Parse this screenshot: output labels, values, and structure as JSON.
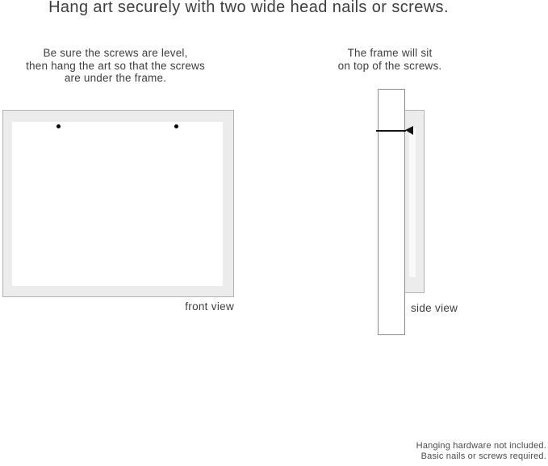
{
  "title": "Hang art securely with two wide head nails or screws.",
  "front_view": {
    "instruction_lines": [
      "Be sure the screws are level,",
      "then hang the art so that the screws",
      "are under the frame."
    ],
    "label": "front view",
    "screw_count": 2
  },
  "side_view": {
    "instruction_lines": [
      "The frame will sit",
      "on top of the screws."
    ],
    "label": "side view"
  },
  "footer_note": {
    "lines": [
      "Hanging hardware not included.",
      "Basic nails or screws required."
    ]
  },
  "colors": {
    "background": "#ffffff",
    "frame_fill": "#ececec",
    "frame_border": "#b3b3b3",
    "wall_border": "#8c8c8c",
    "nail": "#141414",
    "screw_dot": "#000000",
    "text": "#3e3e3e",
    "note_text": "#4a4a4a"
  }
}
